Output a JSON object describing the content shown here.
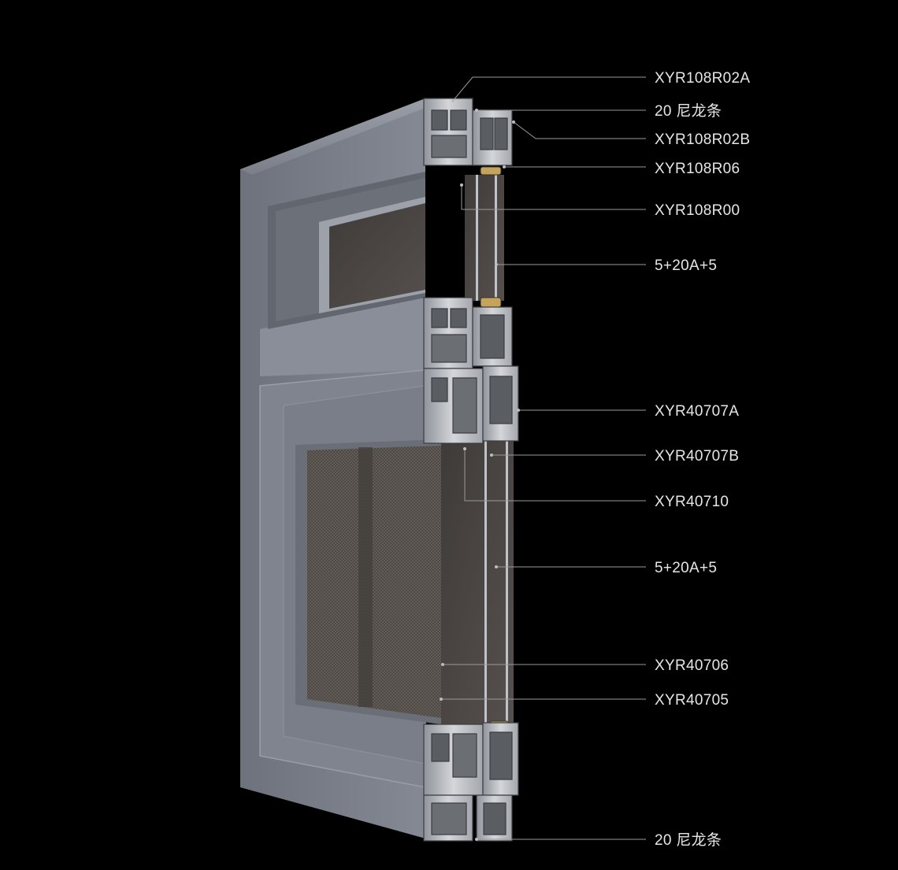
{
  "diagram": {
    "background": "#000000",
    "frame_color": "#7d818c",
    "frame_shadow": "#5f636d",
    "glass_color": "#4a4644",
    "mesh_color": "#55504b",
    "metal_section_color": "#b9bcc1",
    "labels": [
      {
        "id": "l1",
        "text": "XYR108R02A"
      },
      {
        "id": "l2",
        "text": "20 尼龙条"
      },
      {
        "id": "l3",
        "text": "XYR108R02B"
      },
      {
        "id": "l4",
        "text": "XYR108R06"
      },
      {
        "id": "l5",
        "text": "XYR108R00"
      },
      {
        "id": "l6",
        "text": "5+20A+5"
      },
      {
        "id": "l7",
        "text": "XYR40707A"
      },
      {
        "id": "l8",
        "text": "XYR40707B"
      },
      {
        "id": "l9",
        "text": "XYR40710"
      },
      {
        "id": "l10",
        "text": "5+20A+5"
      },
      {
        "id": "l11",
        "text": "XYR40706"
      },
      {
        "id": "l12",
        "text": "XYR40705"
      },
      {
        "id": "l13",
        "text": "20 尼龙条"
      }
    ]
  }
}
